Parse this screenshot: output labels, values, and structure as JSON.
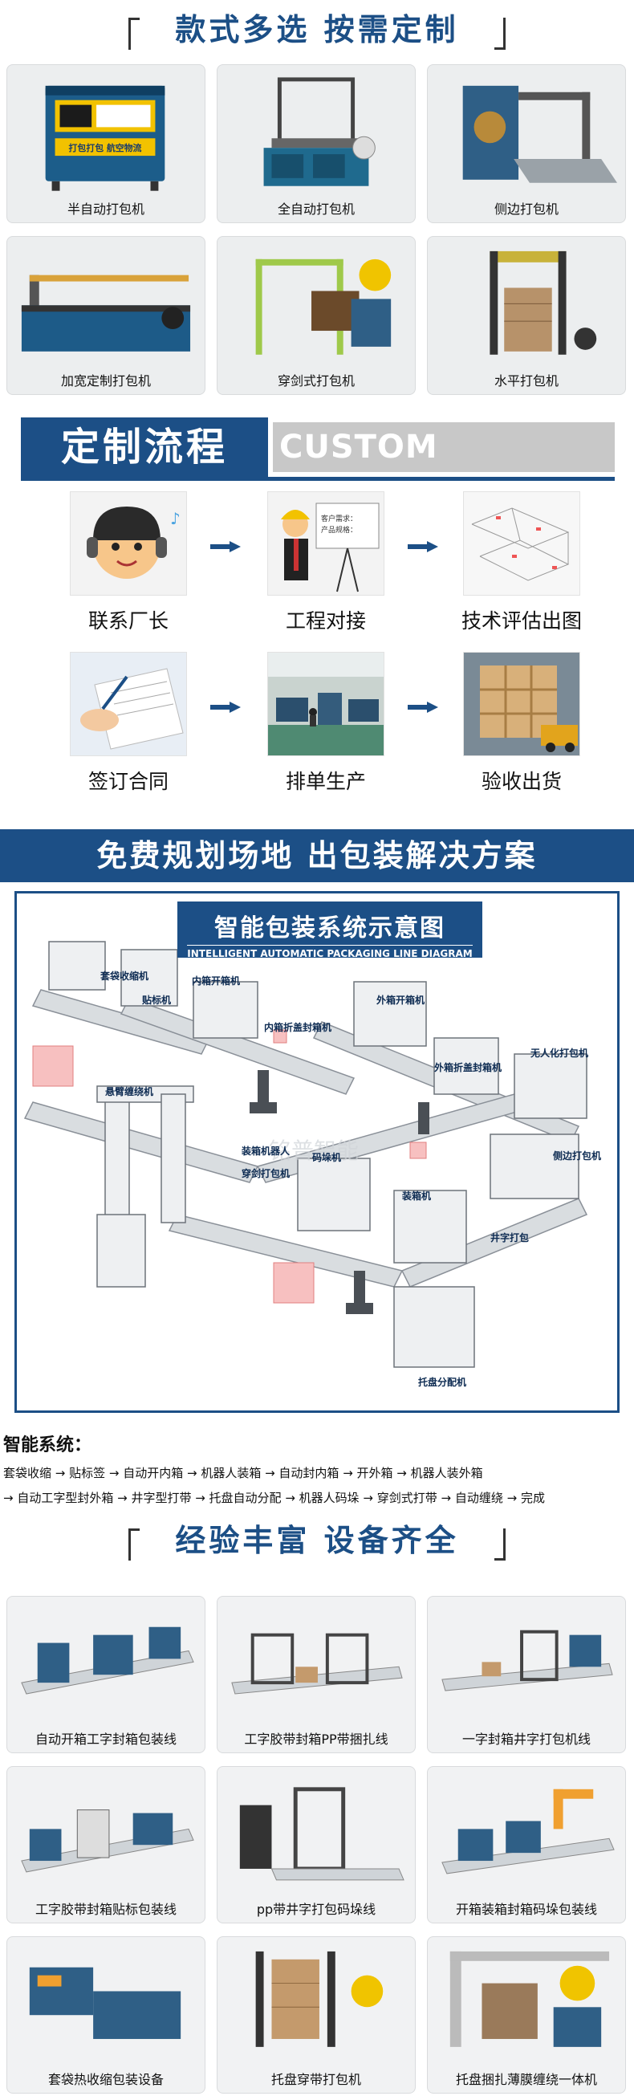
{
  "section1": {
    "title": "款式多选  按需定制",
    "products": [
      {
        "label": "半自动打包机",
        "icon": "semi-auto-strapping-machine"
      },
      {
        "label": "全自动打包机",
        "icon": "full-auto-strapping-machine"
      },
      {
        "label": "侧边打包机",
        "icon": "side-strapping-machine"
      },
      {
        "label": "加宽定制打包机",
        "icon": "widened-strapping-machine"
      },
      {
        "label": "穿剑式打包机",
        "icon": "sword-strapping-machine"
      },
      {
        "label": "水平打包机",
        "icon": "horizontal-strapping-machine"
      }
    ],
    "machine_badge": "打包打包  航空物流"
  },
  "process": {
    "title_cn": "定制流程",
    "title_en": "CUSTOM PROCESS",
    "steps": [
      {
        "label": "联系厂长",
        "icon": "customer-service-icon"
      },
      {
        "label": "工程对接",
        "icon": "engineer-presentation-icon",
        "board_lines": [
          "客户需求：",
          "产品规格："
        ]
      },
      {
        "label": "技术评估出图",
        "icon": "technical-drawing-icon"
      },
      {
        "label": "签订合同",
        "icon": "contract-signing-icon"
      },
      {
        "label": "排单生产",
        "icon": "factory-production-icon"
      },
      {
        "label": "验收出货",
        "icon": "shipment-icon"
      }
    ]
  },
  "planning": {
    "banner": "免费规划场地 出包装解决方案",
    "diagram_title_zh": "智能包装系统示意图",
    "diagram_title_en": "INTELLIGENT AUTOMATIC PACKAGING LINE DIAGRAM",
    "watermark": "铭普智能",
    "labels": [
      "套袋收缩机",
      "贴标机",
      "内箱开箱机",
      "内箱折盖封箱机",
      "外箱开箱机",
      "外箱折盖封箱机",
      "无人化打包机",
      "悬臂缠绕机",
      "装箱机器人",
      "码垛机",
      "穿剑打包机",
      "装箱机",
      "侧边打包机",
      "井字打包",
      "托盘分配机"
    ]
  },
  "system": {
    "title": "智能系统：",
    "line1": "套袋收缩 → 贴标签 → 自动开内箱 → 机器人装箱 → 自动封内箱 → 开外箱 → 机器人装外箱",
    "line2": "→ 自动工字型封外箱 → 井字型打带 → 托盘自动分配 → 机器人码垛 → 穿剑式打带 → 自动缠绕 → 完成"
  },
  "section2": {
    "title": "经验丰富  设备齐全",
    "lines": [
      {
        "label": "自动开箱工字封箱包装线"
      },
      {
        "label": "工字胶带封箱PP带捆扎线"
      },
      {
        "label": "一字封箱井字打包机线"
      },
      {
        "label": "工字胶带封箱贴标包装线"
      },
      {
        "label": "pp带井字打包码垛线"
      },
      {
        "label": "开箱装箱封箱码垛包装线"
      },
      {
        "label": "套袋热收缩包装设备"
      },
      {
        "label": "托盘穿带打包机"
      },
      {
        "label": "托盘捆扎薄膜缠绕一体机"
      }
    ]
  },
  "colors": {
    "brand": "#1c4f86",
    "gray": "#c8c8c8",
    "accent_orange": "#f0a030"
  }
}
